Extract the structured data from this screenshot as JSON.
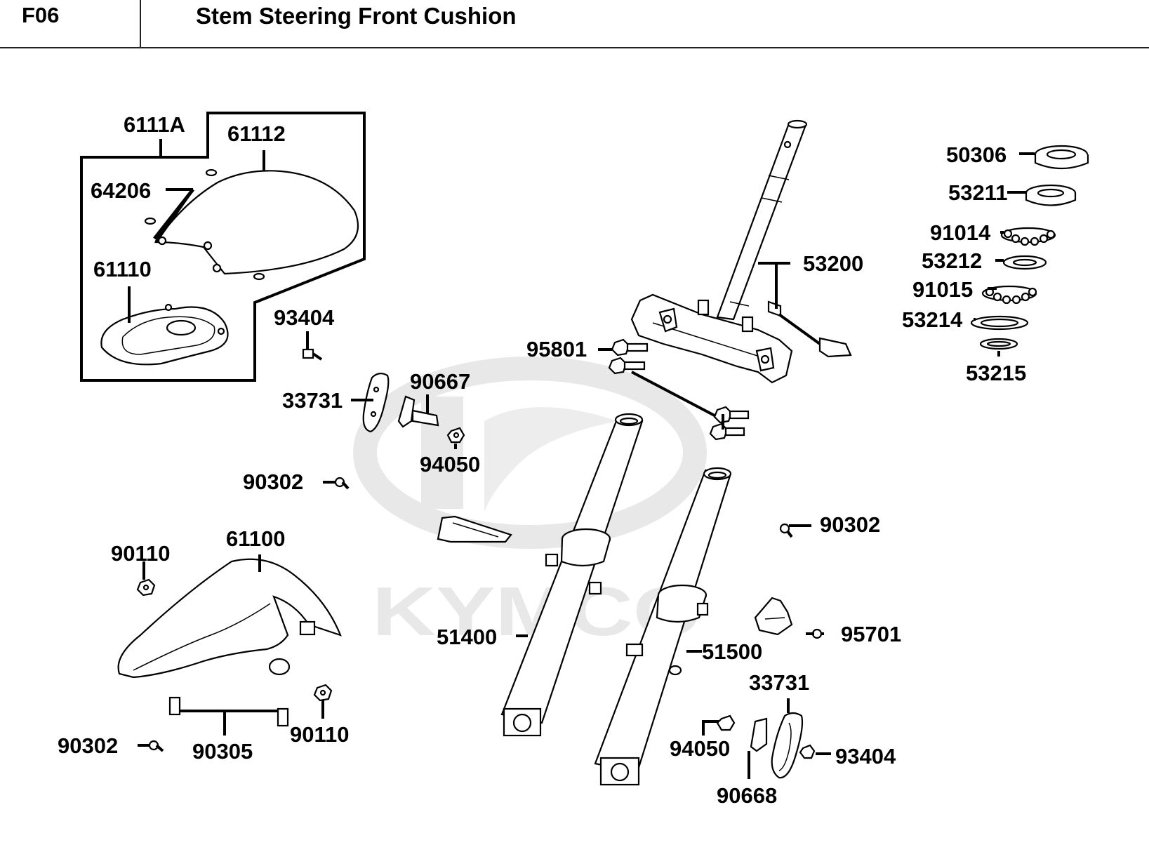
{
  "header": {
    "code": "F06",
    "title": "Stem Steering  Front Cushion"
  },
  "watermark": {
    "brand": "KYMCO",
    "color": "#e6e6e6"
  },
  "callouts": [
    "6111A",
    "61112",
    "64206",
    "61110",
    "93404",
    "33731",
    "90667",
    "94050",
    "90302",
    "95801",
    "53200",
    "50306",
    "53211",
    "91014",
    "53212",
    "91015",
    "53214",
    "53215",
    "61100",
    "90110",
    "90302",
    "90305",
    "90110",
    "51400",
    "51500",
    "90302",
    "95701",
    "33731",
    "94050",
    "93404",
    "90668"
  ]
}
